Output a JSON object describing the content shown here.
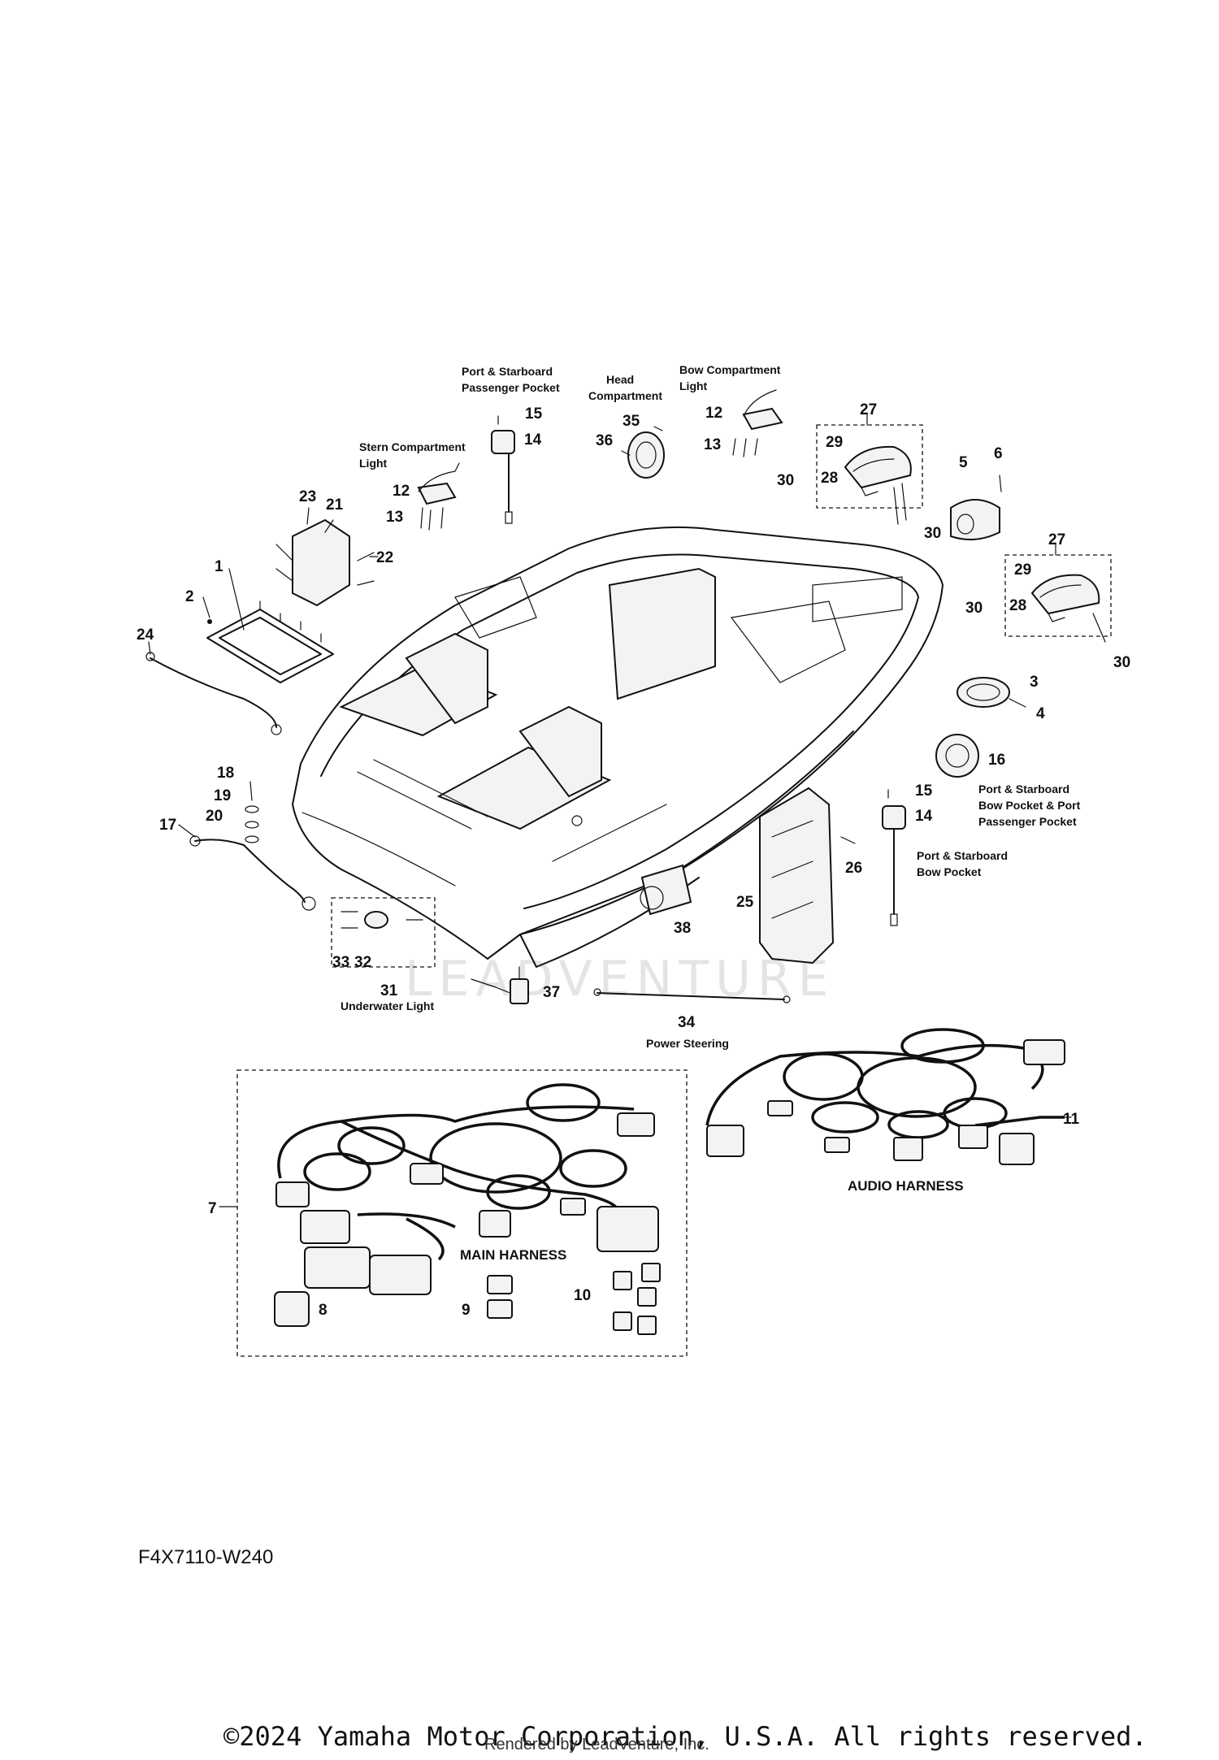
{
  "diagram": {
    "watermark": "LEADVENTURE",
    "diagram_code": "F4X7110-W240",
    "copyright": "©2024 Yamaha Motor Corporation, U.S.A. All rights reserved.",
    "rendered_by": "Rendered by LeadVenture, Inc.",
    "location_labels": [
      {
        "id": "port-starboard-passenger-pocket",
        "lines": [
          "Port & Starboard",
          "Passenger Pocket"
        ]
      },
      {
        "id": "head-compartment",
        "lines": [
          "Head",
          "Compartment"
        ]
      },
      {
        "id": "bow-compartment-light",
        "lines": [
          "Bow Compartment",
          "Light"
        ]
      },
      {
        "id": "stern-compartment-light",
        "lines": [
          "Stern Compartment",
          "Light"
        ]
      },
      {
        "id": "bow-pocket-port-passenger",
        "lines": [
          "Port & Starboard",
          "Bow Pocket & Port",
          "Passenger Pocket"
        ]
      },
      {
        "id": "port-starboard-bow-pocket",
        "lines": [
          "Port & Starboard",
          "Bow Pocket"
        ]
      },
      {
        "id": "underwater-light",
        "lines": [
          "Underwater Light"
        ]
      },
      {
        "id": "power-steering",
        "lines": [
          "Power Steering"
        ]
      }
    ],
    "harness_labels": {
      "main": "MAIN HARNESS",
      "audio": "AUDIO HARNESS"
    },
    "callouts": [
      "1",
      "2",
      "3",
      "4",
      "5",
      "6",
      "7",
      "8",
      "9",
      "10",
      "11",
      "12",
      "12",
      "13",
      "13",
      "14",
      "14",
      "15",
      "15",
      "16",
      "17",
      "18",
      "19",
      "20",
      "21",
      "22",
      "23",
      "24",
      "25",
      "26",
      "27",
      "27",
      "28",
      "28",
      "29",
      "29",
      "30",
      "30",
      "30",
      "30",
      "31",
      "32",
      "33",
      "34",
      "35",
      "36",
      "37",
      "38"
    ]
  }
}
